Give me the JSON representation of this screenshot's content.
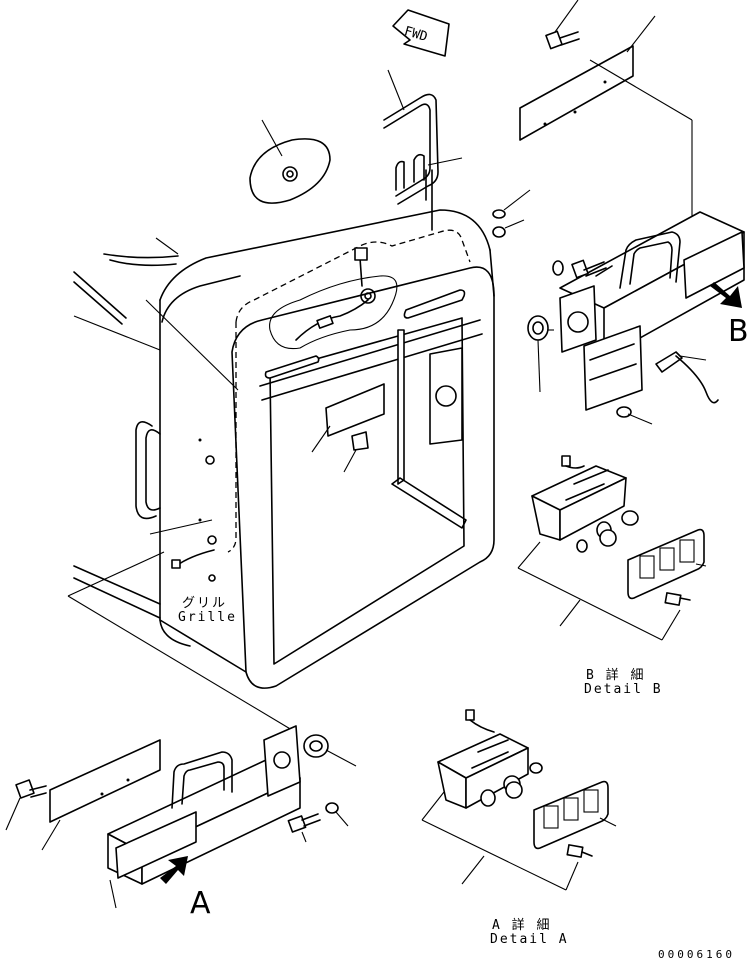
{
  "labels": {
    "fwd": "FWD",
    "grille_jp": "グリル",
    "grille_en": "Grille",
    "detail_b_jp": "B 詳 細",
    "detail_b_en": "Detail B",
    "detail_a_jp": "A 詳 細",
    "detail_a_en": "Detail A",
    "view_a": "A",
    "view_b": "B",
    "drawing_number": "00006160"
  }
}
